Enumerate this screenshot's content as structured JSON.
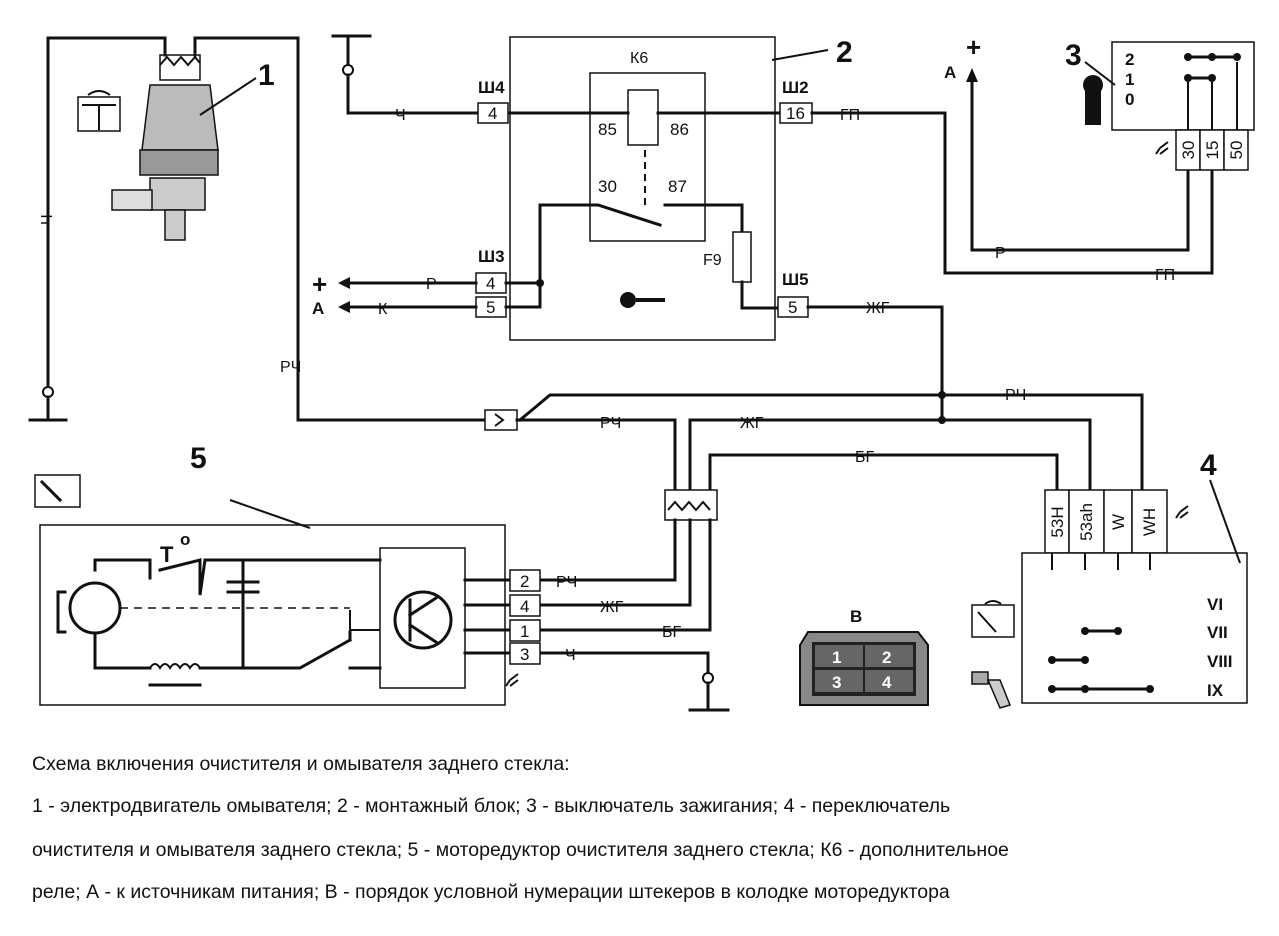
{
  "diagram": {
    "components": {
      "c1": "1",
      "c2": "2",
      "c3": "3",
      "c4": "4",
      "c5": "5",
      "relay": "К6",
      "fuse": "F9",
      "connector_b": "В"
    },
    "connectors": {
      "sh4": "Ш4",
      "sh2": "Ш2",
      "sh3": "Ш3",
      "sh5": "Ш5",
      "sh4_pin": "4",
      "sh2_pin": "16",
      "sh3_pin_a": "4",
      "sh3_pin_b": "5",
      "sh5_pin": "5"
    },
    "relay_terminals": {
      "t85": "85",
      "t86": "86",
      "t30": "30",
      "t87": "87"
    },
    "wire_labels": {
      "ch": "Ч",
      "gp": "ГП",
      "r": "Р",
      "k": "К",
      "zhg": "ЖГ",
      "rch": "РЧ",
      "bg": "БГ"
    },
    "terminals": {
      "plus": "+",
      "a": "А",
      "to": "o",
      "t": "T"
    },
    "ignition": {
      "positions": [
        "2",
        "1",
        "0"
      ],
      "pins": [
        "30",
        "15",
        "50"
      ]
    },
    "switch4": {
      "pins": [
        "53H",
        "53ah",
        "W",
        "WH"
      ],
      "positions": [
        "VI",
        "VII",
        "VIII",
        "IX"
      ]
    },
    "motor_pins": [
      "2",
      "4",
      "1",
      "3"
    ],
    "plug_b": [
      "1",
      "2",
      "3",
      "4"
    ]
  },
  "caption": {
    "title": "Схема включения очистителя и омывателя заднего стекла:",
    "line1": "1 - электродвигатель омывателя; 2 - монтажный блок; 3 - выключатель зажигания; 4 - переключатель",
    "line2": "очистителя и омывателя заднего стекла; 5 - моторедуктор очистителя заднего стекла; К6 - дополнительное",
    "line3": "реле; А - к источникам питания; В - порядок условной нумерации штекеров в колодке моторедуктора"
  }
}
